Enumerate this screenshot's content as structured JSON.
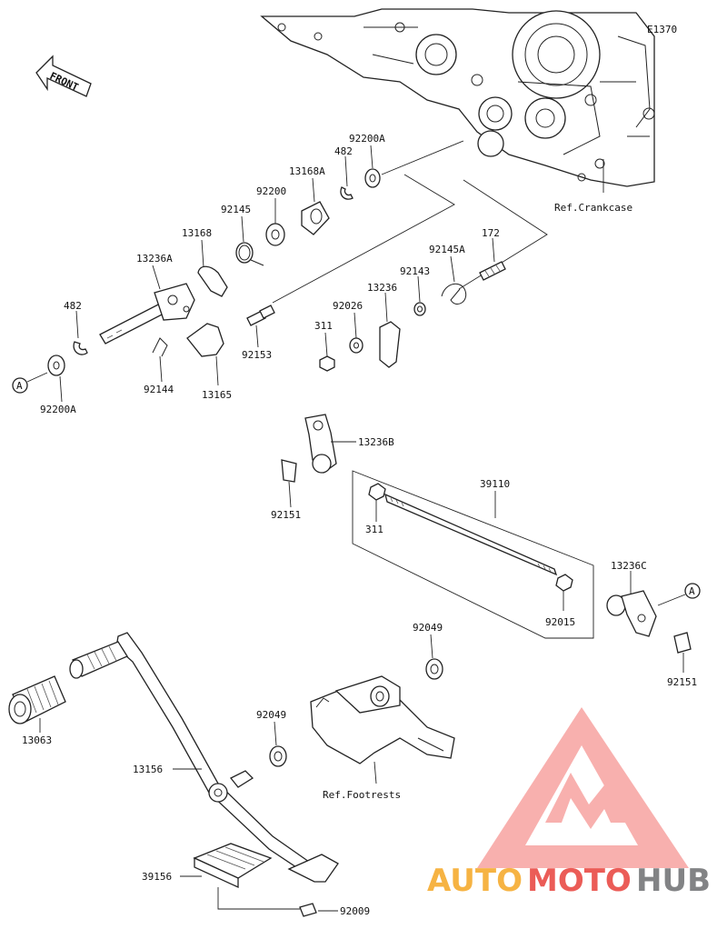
{
  "diagram": {
    "code": "E1370",
    "front_label": "FRONT",
    "marker_letter": "A",
    "references": {
      "crankcase": "Ref.Crankcase",
      "footrests": "Ref.Footrests"
    },
    "parts": {
      "p92200A_top": "92200A",
      "p482_top": "482",
      "p13168A": "13168A",
      "p92200": "92200",
      "p92145": "92145",
      "p13168": "13168",
      "p13236A": "13236A",
      "p482_left": "482",
      "p92200A_left": "92200A",
      "p92144": "92144",
      "p13165": "13165",
      "p92153": "92153",
      "p311_top": "311",
      "p92026": "92026",
      "p13236": "13236",
      "p92143": "92143",
      "p92145A": "92145A",
      "p172": "172",
      "p13236B": "13236B",
      "p92151_left": "92151",
      "p39110": "39110",
      "p311_mid": "311",
      "p92015": "92015",
      "p13236C": "13236C",
      "p92151_right": "92151",
      "p92049_top": "92049",
      "p92049_mid": "92049",
      "p13063": "13063",
      "p13156": "13156",
      "p39156": "39156",
      "p92009": "92009"
    }
  },
  "watermark": {
    "part1": "AUTO",
    "part2": "MOTO",
    "part3": "HUB",
    "colors": {
      "orange": "#f5a623",
      "red": "#e8403a",
      "gray": "#6d6e70"
    }
  }
}
